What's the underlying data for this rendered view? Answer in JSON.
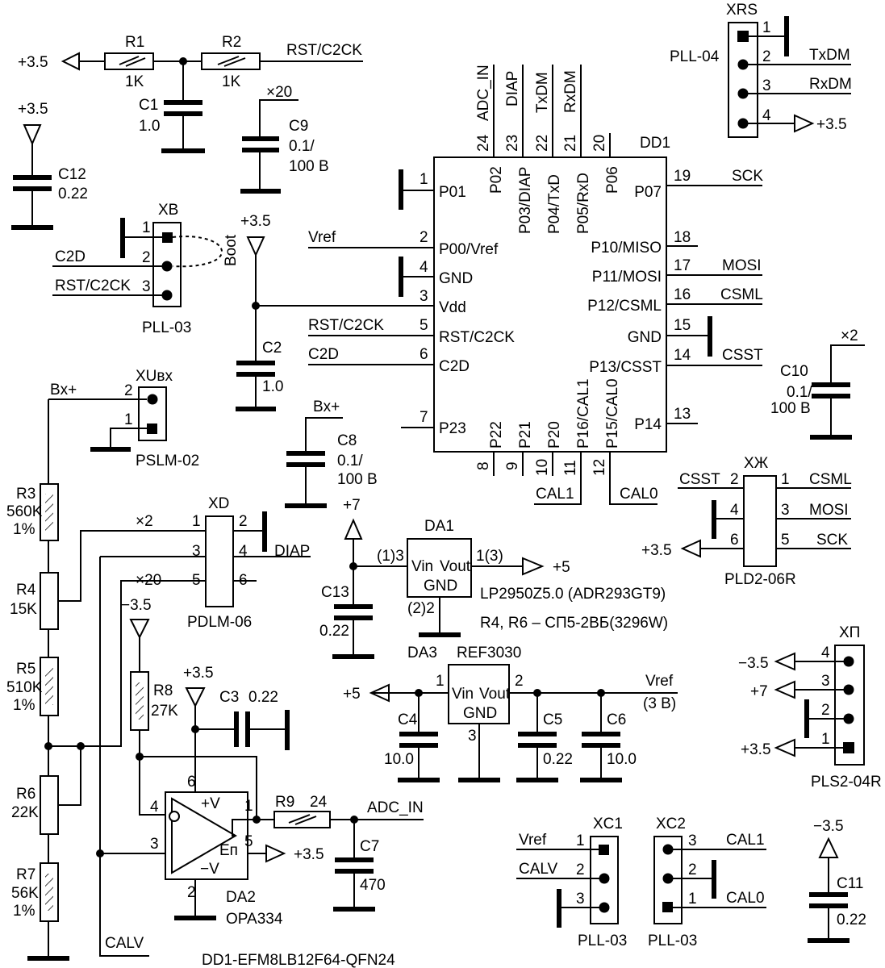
{
  "pwr": {
    "p35": "+3.5",
    "m35": "−3.5",
    "p5": "+5",
    "p7": "+7"
  },
  "r1": {
    "ref": "R1",
    "val": "1K"
  },
  "r2": {
    "ref": "R2",
    "val": "1K"
  },
  "r3": {
    "ref": "R3",
    "val": "560K",
    "tol": "1%"
  },
  "r4": {
    "ref": "R4",
    "val": "15K"
  },
  "r5": {
    "ref": "R5",
    "val": "510K",
    "tol": "1%"
  },
  "r6": {
    "ref": "R6",
    "val": "22K"
  },
  "r7": {
    "ref": "R7",
    "val": "56K",
    "tol": "1%"
  },
  "r8": {
    "ref": "R8",
    "val": "27K"
  },
  "r9": {
    "ref": "R9",
    "val": "24"
  },
  "c1": {
    "ref": "C1",
    "val": "1.0"
  },
  "c2": {
    "ref": "C2",
    "val": "1.0"
  },
  "c3": {
    "ref": "C3",
    "val": "0.22"
  },
  "c4": {
    "ref": "C4",
    "val": "10.0"
  },
  "c5": {
    "ref": "C5",
    "val": "0.22"
  },
  "c6": {
    "ref": "C6",
    "val": "10.0"
  },
  "c7": {
    "ref": "C7",
    "val": "470"
  },
  "c8": {
    "ref": "C8",
    "val": "0.1/",
    "val2": "100 B"
  },
  "c9": {
    "ref": "C9",
    "val": "0.1/",
    "val2": "100 B",
    "mult": "×20"
  },
  "c10": {
    "ref": "C10",
    "val": "0.1/",
    "val2": "100 B",
    "mult": "×2"
  },
  "c11": {
    "ref": "C11",
    "val": "0.22"
  },
  "c12": {
    "ref": "C12",
    "val": "0.22"
  },
  "c13": {
    "ref": "C13",
    "val": "0.22"
  },
  "nets": {
    "rst": "RST/C2CK",
    "c2d": "C2D",
    "vref": "Vref",
    "bx": "Bx+",
    "calv": "CALV",
    "diap": "DIAP",
    "adcin": "ADC_IN",
    "txdm": "TxDM",
    "rxdm": "RxDM",
    "sck": "SCK",
    "mosi": "MOSI",
    "csml": "CSML",
    "csst": "CSST",
    "cal0": "CAL0",
    "cal1": "CAL1",
    "x2": "×2",
    "x20": "×20",
    "vref_note": "(3 B)"
  },
  "xb": {
    "ref": "XB",
    "type": "PLL-03",
    "boot": "Boot"
  },
  "xrs": {
    "ref": "XRS",
    "type": "PLL-04"
  },
  "xuvx": {
    "ref": "XUвх",
    "type": "PSLM-02"
  },
  "xd": {
    "ref": "XD",
    "type": "PDLM-06"
  },
  "xzh": {
    "ref": "ХЖ",
    "type": "PLD2-06R"
  },
  "xp": {
    "ref": "ХП",
    "type": "PLS2-04R"
  },
  "xc1": {
    "ref": "XC1",
    "type": "PLL-03"
  },
  "xc2": {
    "ref": "XC2",
    "type": "PLL-03"
  },
  "dd1": {
    "ref": "DD1",
    "pins_left": [
      "P01",
      "P00/Vref",
      "GND",
      "Vdd",
      "RST/C2CK",
      "C2D",
      "P23"
    ],
    "pins_right": [
      "P07",
      "P10/MISO",
      "P11/MOSI",
      "P12/CSML",
      "GND",
      "P13/CSST",
      "P14"
    ],
    "pins_top": [
      "P02",
      "P03/DIAP",
      "P04/TxD",
      "P05/RxD",
      "P06"
    ],
    "pins_bottom": [
      "P22",
      "P21",
      "P20",
      "P16/CAL1",
      "P15/CAL0"
    ],
    "nums": [
      "1",
      "2",
      "3",
      "4",
      "5",
      "6",
      "7",
      "8",
      "9",
      "10",
      "11",
      "12",
      "13",
      "14",
      "15",
      "16",
      "17",
      "18",
      "19",
      "20",
      "21",
      "22",
      "23",
      "24"
    ]
  },
  "da1": {
    "ref": "DA1",
    "vin": "Vin",
    "vout": "Vout",
    "gnd": "GND",
    "p1": "(1)3",
    "p2": "(2)2",
    "p3": "1(3)",
    "part": "LP2950Z5.0 (ADR293GT9)"
  },
  "da3": {
    "ref": "DA3",
    "part": "REF3030",
    "p1": "1",
    "p2": "2",
    "p3": "3"
  },
  "da2": {
    "ref": "DA2",
    "part": "OPA334",
    "vp": "+V",
    "vm": "−V",
    "en": "Eп"
  },
  "notes": {
    "trim": "R4, R6 – СП5-2ВБ(3296W)",
    "mcu": "DD1-EFM8LB12F64-QFN24"
  }
}
